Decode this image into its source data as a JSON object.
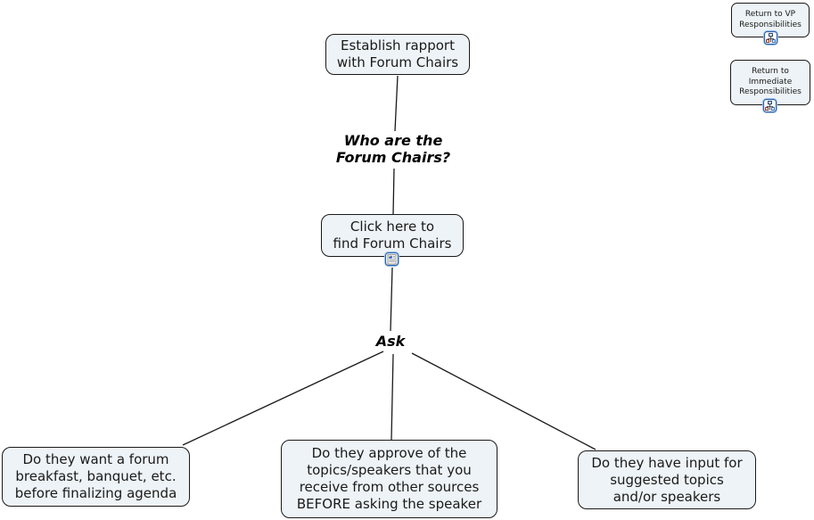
{
  "diagram": {
    "nodes": {
      "establish_rapport": {
        "label": "Establish rapport\nwith Forum Chairs"
      },
      "who_are_label": {
        "label": "Who are the\nForum Chairs?"
      },
      "click_here": {
        "label": "Click here to\nfind Forum Chairs"
      },
      "ask_label": {
        "label": "Ask"
      },
      "breakfast": {
        "label": "Do they want a forum\nbreakfast, banquet, etc.\nbefore finalizing agenda"
      },
      "approve": {
        "label": "Do they approve of the\ntopics/speakers that you\nreceive from other sources\nBEFORE asking the speaker"
      },
      "input": {
        "label": "Do they have input for\nsuggested topics\nand/or speakers"
      },
      "return_vp": {
        "label": "Return to VP\nResponsibilities"
      },
      "return_immediate": {
        "label": "Return to\nImmediate\nResponsibilities"
      }
    },
    "icons": {
      "click_here_icon": "document-link-icon",
      "return_vp_icon": "org-chart-link-icon",
      "return_immediate_icon": "org-chart-link-icon"
    },
    "colors": {
      "background": "#ffffff",
      "node_fill": "#edf3f7",
      "node_border": "#1a1a1a",
      "connector": "#1a1a1a",
      "icon_border": "#2f66b0",
      "icon_halo": "#a9c7e8",
      "text": "#1a1a1a"
    }
  }
}
